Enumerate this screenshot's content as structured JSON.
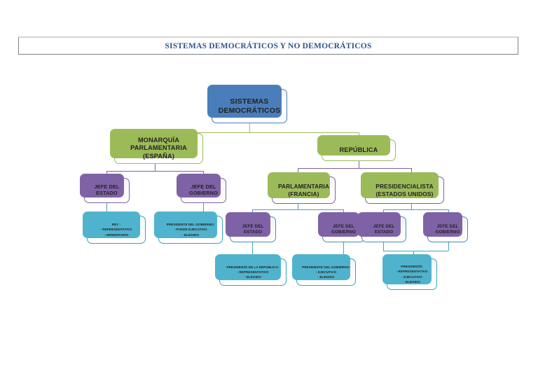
{
  "page": {
    "title_banner": "SISTEMAS DEMOCRÁTICOS Y NO DEMOCRÁTICOS"
  },
  "colors": {
    "title_text": "#2e5387",
    "root_border": "#4a7ebb",
    "green": "#9bbb59",
    "purple": "#7f62a6",
    "teal": "#3ba2c0",
    "blue": "#3f8fb5"
  },
  "diagram": {
    "root": {
      "line1": "SISTEMAS",
      "line2": "DEMOCRÁTICOS"
    },
    "level1": {
      "monarquia": {
        "line1": "MONARQUÍA",
        "line2": "PARLAMENTARIA",
        "line3": "(ESPAÑA)"
      },
      "republica": {
        "line1": "REPÚBLICA"
      }
    },
    "monarquia_children": {
      "jefe_estado": {
        "line1": "JEFE DEL",
        "line2": "ESTADO"
      },
      "jefe_gobierno": {
        "line1": "JEFE DEL",
        "line2": "GOBIERNO"
      }
    },
    "monarquia_leaves": {
      "rey": {
        "line1": "REY :",
        "line2": "- REPRESENTATIVO",
        "line3": "- HEREDITARIO"
      },
      "presidente_gobierno": {
        "line1": "PRESIDENTE DEL GOBIERNO:",
        "line2": "- PODER EJECUTIVO",
        "line3": "- ELEGIDO"
      }
    },
    "republica_children": {
      "parlamentaria": {
        "line1": "PARLAMENTARIA",
        "line2": "(FRANCIA)"
      },
      "presidencialista": {
        "line1": "PRESIDENCIALISTA",
        "line2": "(ESTADOS UNIDOS)"
      }
    },
    "parlamentaria_children": {
      "jefe_estado": {
        "line1": "JEFE DEL ESTADO"
      },
      "jefe_gobierno": {
        "line1": "JEFE DEL",
        "line2": "GOBIERNO"
      }
    },
    "parlamentaria_leaves": {
      "presidente_republica": {
        "line1": "PRESIDENTE DE LA REPÚBLICA:",
        "line2": "- REPRESENTATIVO",
        "line3": "- ELEGIDO"
      },
      "presidente_gobierno": {
        "line1": "PRESIDENTE DEL GOBIERNO:",
        "line2": "- EJECUTIVO",
        "line3": "- ELEGIDO"
      }
    },
    "presidencialista_children": {
      "jefe_estado": {
        "line1": "JEFE DEL ESTADO"
      },
      "jefe_gobierno": {
        "line1": "JEFE DEL",
        "line2": "GOBIERNO"
      }
    },
    "presidencialista_leaves": {
      "presidente": {
        "line1": "PRESIDENTE:",
        "line2": "- REPRESENTATIVO",
        "line3": "- EJECUTIVO",
        "line4": "- ELEGIDO"
      }
    }
  }
}
